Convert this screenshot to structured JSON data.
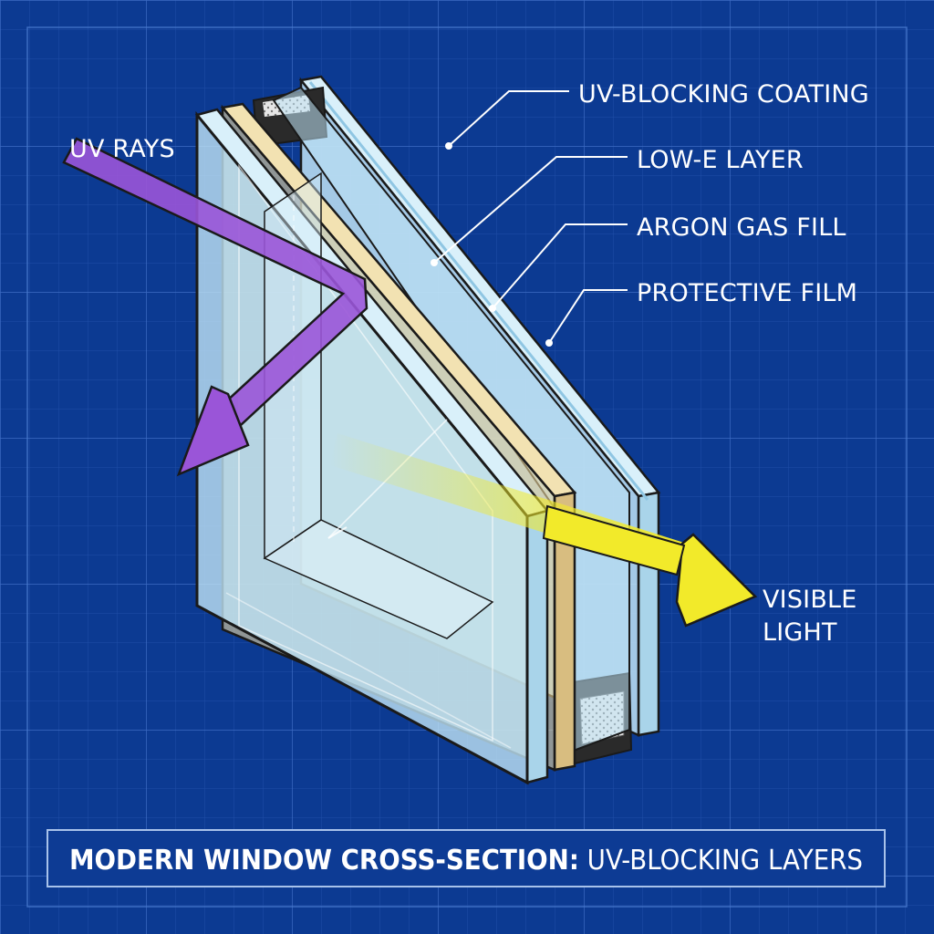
{
  "diagram": {
    "labels": {
      "uv_rays": "UV RAYS",
      "uv_blocking_coating": "UV-BLOCKING COATING",
      "low_e_layer": "LOW-E LAYER",
      "argon_gas_fill": "ARGON GAS FILL",
      "protective_film": "PROTECTIVE FILM",
      "visible_light_line1": "VISIBLE",
      "visible_light_line2": "LIGHT"
    },
    "title": {
      "bold_part": "MODERN WINDOW CROSS-SECTION:",
      "light_part": " UV-BLOCKING LAYERS"
    },
    "colors": {
      "background": "#0c3a92",
      "grid_minor": "#2b5cb8",
      "grid_major": "#4a7ad0",
      "glass": "#bfe3f5",
      "glass_edge": "#d9f0fa",
      "low_e_layer": "#e9d39a",
      "uv_arrow": "#9a55d8",
      "visible_arrow": "#f2ea2a",
      "outline": "#1a1a1a",
      "spacer": "#2a2a2a"
    }
  }
}
